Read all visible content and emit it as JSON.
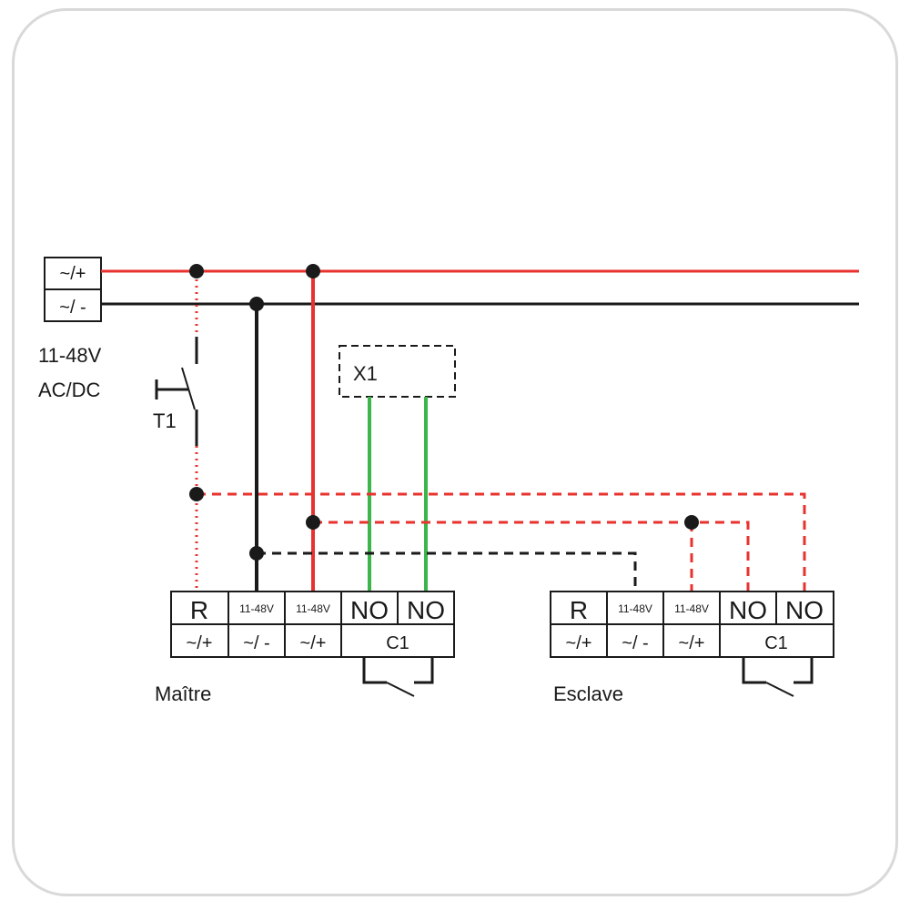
{
  "supply": {
    "plus_label": "~/+",
    "minus_label": "~/ -",
    "voltage_line1": "11-48V",
    "voltage_line2": "AC/DC"
  },
  "switch": {
    "label": "T1"
  },
  "device_x1": {
    "label": "X1"
  },
  "master": {
    "name": "Maître",
    "top": [
      "R",
      "11-48V",
      "11-48V",
      "NO",
      "NO"
    ],
    "bottom": [
      "~/+",
      "~/ -",
      "~/+",
      "C1"
    ]
  },
  "slave": {
    "name": "Esclave",
    "top": [
      "R",
      "11-48V",
      "11-48V",
      "NO",
      "NO"
    ],
    "bottom": [
      "~/+",
      "~/ -",
      "~/+",
      "C1"
    ]
  },
  "colors": {
    "positive": "#e8322e",
    "negative": "#1a1a1a",
    "contact": "#3cb54a",
    "frame": "#d9d9d9"
  }
}
